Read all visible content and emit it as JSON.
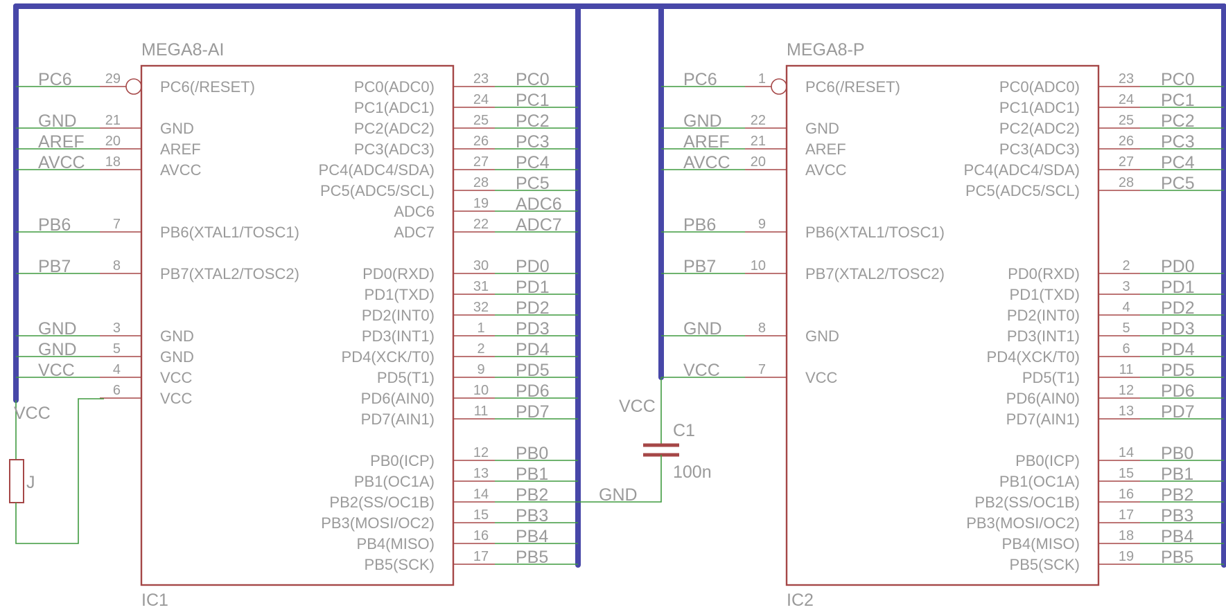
{
  "ic1": {
    "name": "MEGA8-AI",
    "ref": "IC1",
    "left_pins": [
      {
        "net": "PC6",
        "num": "29",
        "name": "PC6(/RESET)",
        "neg": true
      },
      {
        "net": "GND",
        "num": "21",
        "name": "GND"
      },
      {
        "net": "AREF",
        "num": "20",
        "name": "AREF"
      },
      {
        "net": "AVCC",
        "num": "18",
        "name": "AVCC"
      },
      {
        "net": "PB6",
        "num": "7",
        "name": "PB6(XTAL1/TOSC1)"
      },
      {
        "net": "PB7",
        "num": "8",
        "name": "PB7(XTAL2/TOSC2)"
      },
      {
        "net": "GND",
        "num": "3",
        "name": "GND"
      },
      {
        "net": "GND",
        "num": "5",
        "name": "GND"
      },
      {
        "net": "VCC",
        "num": "4",
        "name": "VCC"
      },
      {
        "net": "",
        "num": "6",
        "name": "VCC"
      }
    ],
    "right_pins": [
      {
        "net": "PC0",
        "num": "23",
        "name": "PC0(ADC0)"
      },
      {
        "net": "PC1",
        "num": "24",
        "name": "PC1(ADC1)"
      },
      {
        "net": "PC2",
        "num": "25",
        "name": "PC2(ADC2)"
      },
      {
        "net": "PC3",
        "num": "26",
        "name": "PC3(ADC3)"
      },
      {
        "net": "PC4",
        "num": "27",
        "name": "PC4(ADC4/SDA)"
      },
      {
        "net": "PC5",
        "num": "28",
        "name": "PC5(ADC5/SCL)"
      },
      {
        "net": "ADC6",
        "num": "19",
        "name": "ADC6"
      },
      {
        "net": "ADC7",
        "num": "22",
        "name": "ADC7"
      },
      {
        "net": "PD0",
        "num": "30",
        "name": "PD0(RXD)"
      },
      {
        "net": "PD1",
        "num": "31",
        "name": "PD1(TXD)"
      },
      {
        "net": "PD2",
        "num": "32",
        "name": "PD2(INT0)"
      },
      {
        "net": "PD3",
        "num": "1",
        "name": "PD3(INT1)"
      },
      {
        "net": "PD4",
        "num": "2",
        "name": "PD4(XCK/T0)"
      },
      {
        "net": "PD5",
        "num": "9",
        "name": "PD5(T1)"
      },
      {
        "net": "PD6",
        "num": "10",
        "name": "PD6(AIN0)"
      },
      {
        "net": "PD7",
        "num": "11",
        "name": "PD7(AIN1)"
      },
      {
        "net": "PB0",
        "num": "12",
        "name": "PB0(ICP)"
      },
      {
        "net": "PB1",
        "num": "13",
        "name": "PB1(OC1A)"
      },
      {
        "net": "PB2",
        "num": "14",
        "name": "PB2(SS/OC1B)"
      },
      {
        "net": "PB3",
        "num": "15",
        "name": "PB3(MOSI/OC2)"
      },
      {
        "net": "PB4",
        "num": "16",
        "name": "PB4(MISO)"
      },
      {
        "net": "PB5",
        "num": "17",
        "name": "PB5(SCK)"
      }
    ]
  },
  "ic2": {
    "name": "MEGA8-P",
    "ref": "IC2",
    "left_pins": [
      {
        "net": "PC6",
        "num": "1",
        "name": "PC6(/RESET)",
        "neg": true
      },
      {
        "net": "GND",
        "num": "22",
        "name": "GND"
      },
      {
        "net": "AREF",
        "num": "21",
        "name": "AREF"
      },
      {
        "net": "AVCC",
        "num": "20",
        "name": "AVCC"
      },
      {
        "net": "PB6",
        "num": "9",
        "name": "PB6(XTAL1/TOSC1)"
      },
      {
        "net": "PB7",
        "num": "10",
        "name": "PB7(XTAL2/TOSC2)"
      },
      {
        "net": "GND",
        "num": "8",
        "name": "GND"
      },
      {
        "net": "VCC",
        "num": "7",
        "name": "VCC"
      }
    ],
    "right_pins": [
      {
        "net": "PC0",
        "num": "23",
        "name": "PC0(ADC0)"
      },
      {
        "net": "PC1",
        "num": "24",
        "name": "PC1(ADC1)"
      },
      {
        "net": "PC2",
        "num": "25",
        "name": "PC2(ADC2)"
      },
      {
        "net": "PC3",
        "num": "26",
        "name": "PC3(ADC3)"
      },
      {
        "net": "PC4",
        "num": "27",
        "name": "PC4(ADC4/SDA)"
      },
      {
        "net": "PC5",
        "num": "28",
        "name": "PC5(ADC5/SCL)"
      },
      {
        "net": "PD0",
        "num": "2",
        "name": "PD0(RXD)"
      },
      {
        "net": "PD1",
        "num": "3",
        "name": "PD1(TXD)"
      },
      {
        "net": "PD2",
        "num": "4",
        "name": "PD2(INT0)"
      },
      {
        "net": "PD3",
        "num": "5",
        "name": "PD3(INT1)"
      },
      {
        "net": "PD4",
        "num": "6",
        "name": "PD4(XCK/T0)"
      },
      {
        "net": "PD5",
        "num": "11",
        "name": "PD5(T1)"
      },
      {
        "net": "PD6",
        "num": "12",
        "name": "PD6(AIN0)"
      },
      {
        "net": "PD7",
        "num": "13",
        "name": "PD7(AIN1)"
      },
      {
        "net": "PB0",
        "num": "14",
        "name": "PB0(ICP)"
      },
      {
        "net": "PB1",
        "num": "15",
        "name": "PB1(OC1A)"
      },
      {
        "net": "PB2",
        "num": "16",
        "name": "PB2(SS/OC1B)"
      },
      {
        "net": "PB3",
        "num": "17",
        "name": "PB3(MOSI/OC2)"
      },
      {
        "net": "PB4",
        "num": "18",
        "name": "PB4(MISO)"
      },
      {
        "net": "PB5",
        "num": "19",
        "name": "PB5(SCK)"
      }
    ]
  },
  "jumper": {
    "vcc_label": "VCC",
    "name": "J"
  },
  "capacitor": {
    "name": "C1",
    "value": "100n",
    "vcc_label": "VCC",
    "gnd_label": "GND"
  },
  "colors": {
    "bus": "#4747a8",
    "wire": "#3f9a3f",
    "pin": "#a54747",
    "text": "#9a9a9a"
  }
}
